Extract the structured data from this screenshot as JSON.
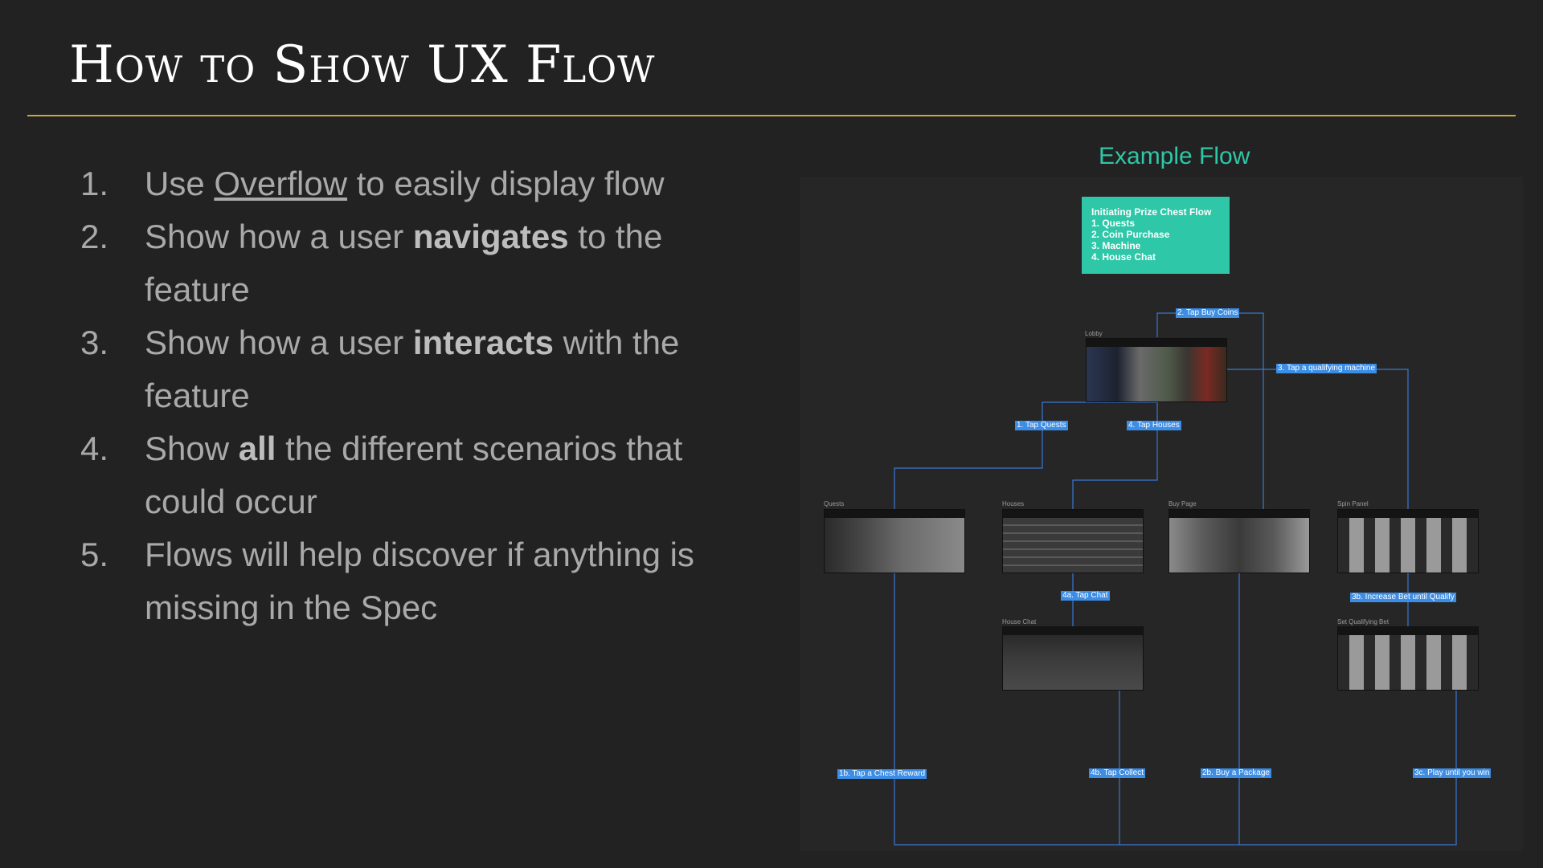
{
  "slide": {
    "title": "How to Show UX Flow",
    "points": [
      {
        "num": "1.",
        "pre": "Use ",
        "link": "Overflow",
        "post": " to easily display flow"
      },
      {
        "num": "2.",
        "pre": "Show how a user ",
        "bold": "navigates",
        "post": " to the feature"
      },
      {
        "num": "3.",
        "pre": "Show how a user ",
        "bold": "interacts",
        "post": " with the feature"
      },
      {
        "num": "4.",
        "pre": "Show ",
        "bold": "all",
        "post": " the different scenarios that could occur"
      },
      {
        "num": "5.",
        "pre": "Flows will help discover if anything is missing in the Spec"
      }
    ]
  },
  "flow": {
    "title": "Example Flow",
    "note": [
      "Initiating Prize Chest Flow",
      "1. Quests",
      "2. Coin Purchase",
      "3. Machine",
      "4. House Chat"
    ],
    "screens": {
      "lobby": "Lobby",
      "quests": "Quests",
      "houses": "Houses",
      "buy_page": "Buy Page",
      "spin_panel": "Spin Panel",
      "house_chat": "House Chat",
      "set_qualifying_bet": "Set Qualifying Bet"
    },
    "tags": {
      "tap_buy_coins": "2. Tap Buy Coins",
      "tap_qualifying_machine": "3. Tap a qualifying machine",
      "tap_quests": "1. Tap Quests",
      "tap_houses": "4. Tap Houses",
      "tap_chat": "4a. Tap Chat",
      "increase_bet": "3b. Increase Bet until Qualify",
      "tap_chest_reward": "1b. Tap a Chest Reward",
      "tap_collect": "4b. Tap Collect",
      "buy_package": "2b. Buy a Package",
      "play_until_win": "3c. Play until you win"
    }
  },
  "colors": {
    "background": "#222222",
    "rule": "#c9a640",
    "accent": "#2ec7a8",
    "tag": "#3b8de6"
  }
}
